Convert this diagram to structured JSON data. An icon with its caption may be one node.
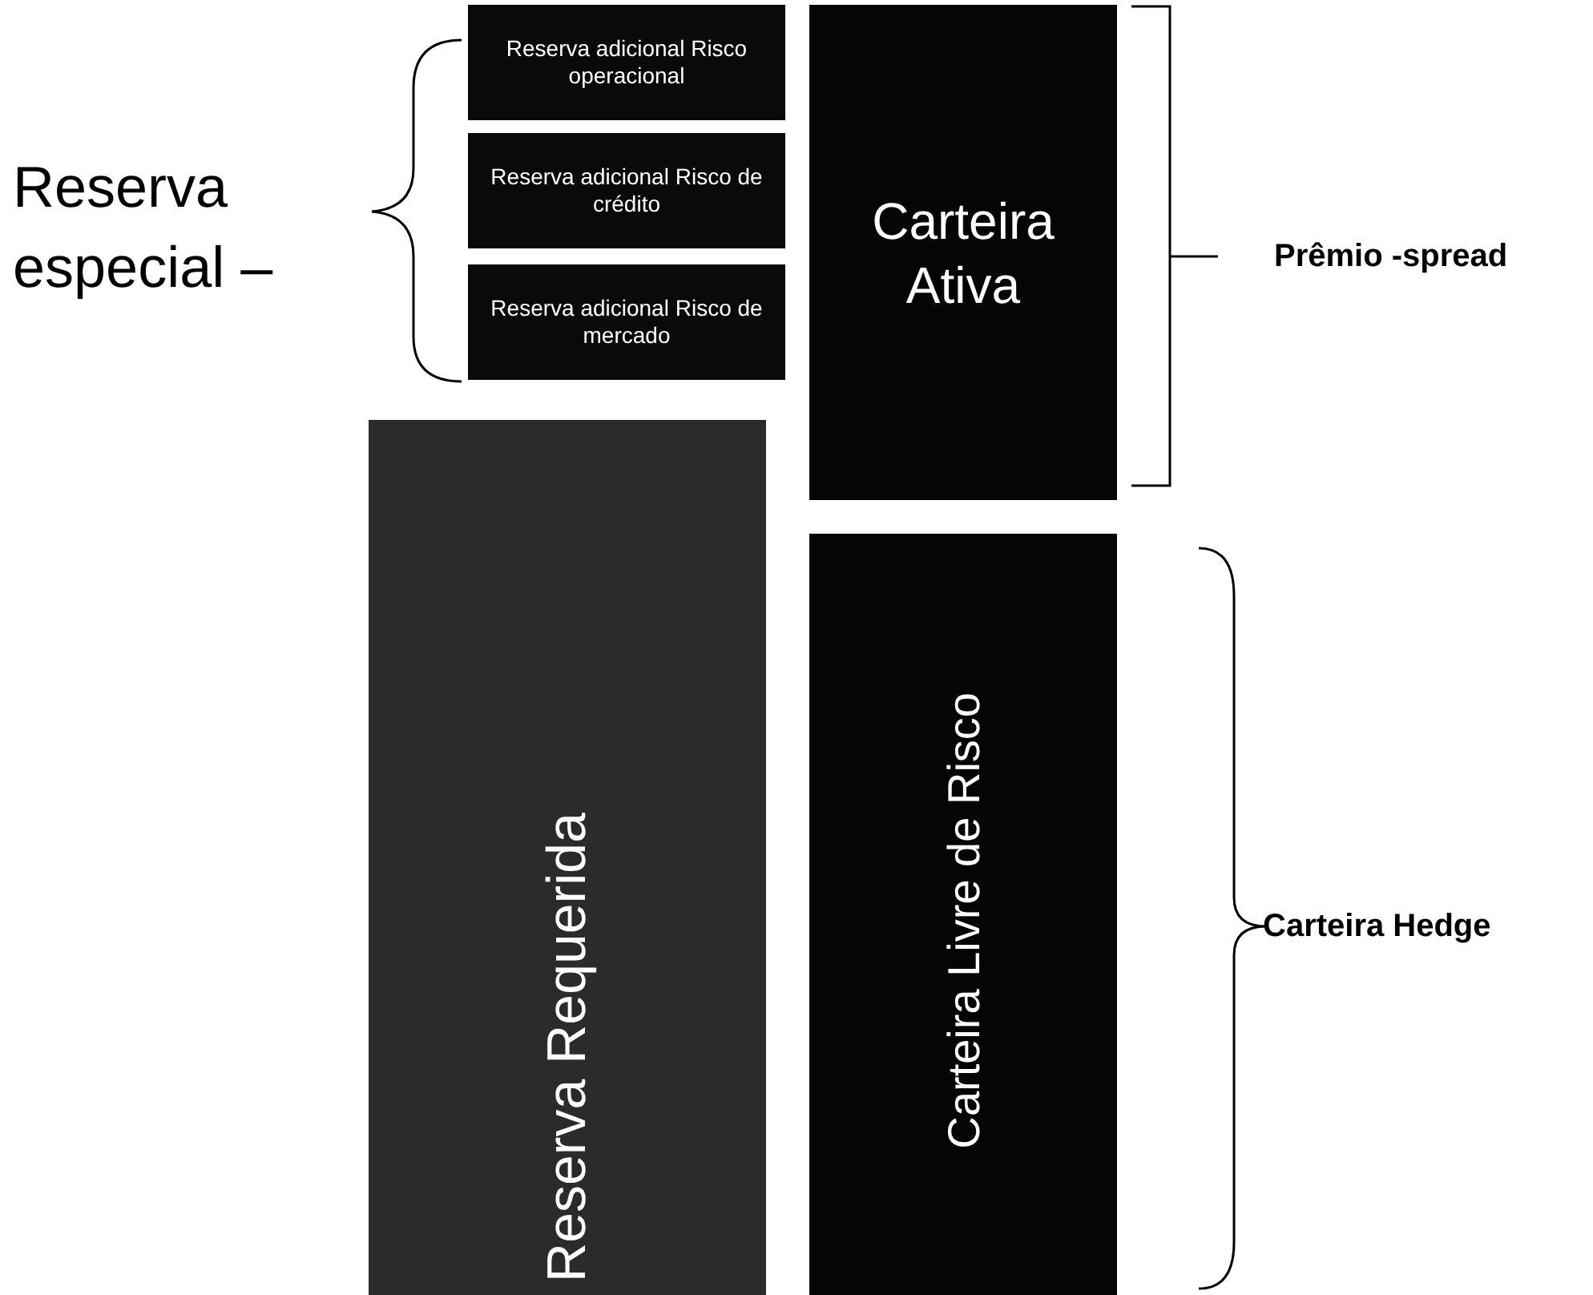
{
  "diagram": {
    "nodes": [
      {
        "text": [
          "Reserva adicional Risco operacional"
        ]
      },
      {
        "text": [
          "Reserva adicional Risco de crédito"
        ]
      },
      {
        "text": [
          "Reserva adicional Risco de mercado"
        ]
      },
      {
        "text": [
          "Carteira Ativa"
        ]
      },
      {
        "text": [
          "Reserva Requerida"
        ]
      },
      {
        "text": [
          "Carteira Livre de Risco"
        ]
      }
    ],
    "labels": [
      "Reserva especial –",
      "Prêmio -spread",
      "Carteira Hedge"
    ]
  }
}
